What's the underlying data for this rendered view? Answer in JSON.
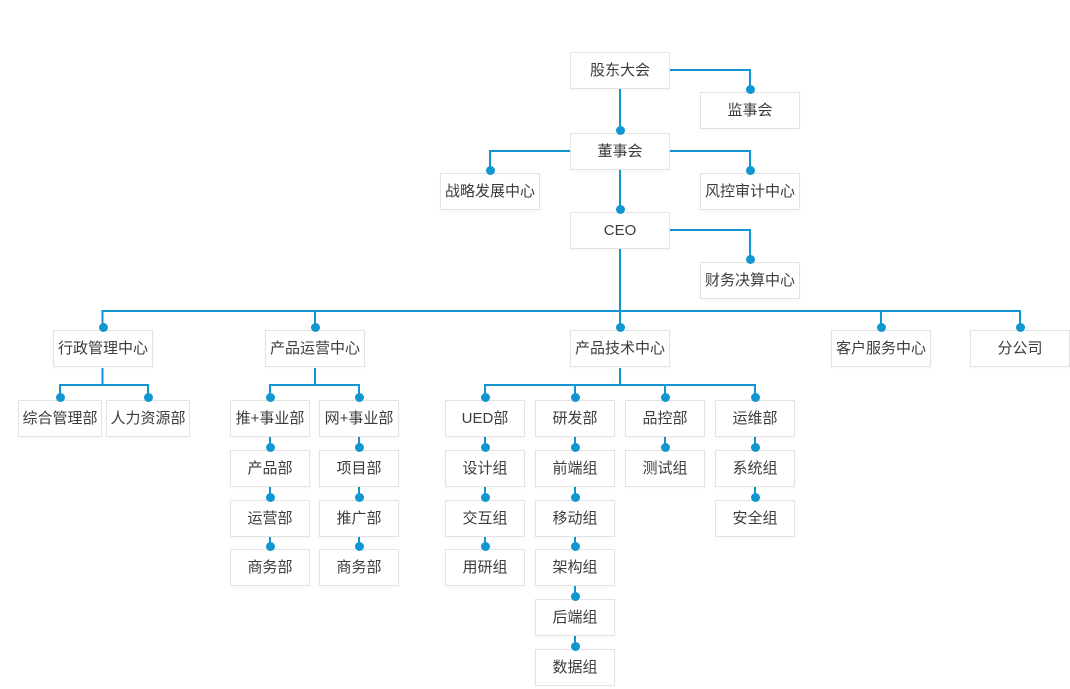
{
  "colors": {
    "accent": "#1296d2",
    "node_border": "#e3e3e3",
    "node_text": "#3c3c3c",
    "canvas_bg": "#ffffff"
  },
  "nodes": {
    "shareholders_meeting": {
      "label": "股东大会",
      "children": [
        "supervisory_board",
        "board_of_directors"
      ]
    },
    "supervisory_board": {
      "label": "监事会",
      "children": []
    },
    "board_of_directors": {
      "label": "董事会",
      "children": [
        "strategy_center",
        "risk_audit_center",
        "ceo"
      ]
    },
    "strategy_center": {
      "label": "战略发展中心",
      "children": []
    },
    "risk_audit_center": {
      "label": "风控审计中心",
      "children": []
    },
    "ceo": {
      "label": "CEO",
      "children": [
        "finance_center",
        "admin_center",
        "product_ops_center",
        "product_tech_center",
        "customer_service_center",
        "branch_company"
      ]
    },
    "finance_center": {
      "label": "财务决算中心",
      "children": []
    },
    "admin_center": {
      "label": "行政管理中心",
      "children": [
        "general_admin_dept",
        "hr_dept"
      ]
    },
    "general_admin_dept": {
      "label": "综合管理部",
      "children": []
    },
    "hr_dept": {
      "label": "人力资源部",
      "children": []
    },
    "product_ops_center": {
      "label": "产品运营中心",
      "children": [
        "tui_plus_division",
        "wang_plus_division"
      ]
    },
    "tui_plus_division": {
      "label": "推+事业部",
      "children": [
        "product_dept"
      ]
    },
    "product_dept": {
      "label": "产品部",
      "children": [
        "operations_dept"
      ]
    },
    "operations_dept": {
      "label": "运营部",
      "children": [
        "business_dept_a"
      ]
    },
    "business_dept_a": {
      "label": "商务部",
      "children": []
    },
    "wang_plus_division": {
      "label": "网+事业部",
      "children": [
        "project_dept"
      ]
    },
    "project_dept": {
      "label": "项目部",
      "children": [
        "promotion_dept"
      ]
    },
    "promotion_dept": {
      "label": "推广部",
      "children": [
        "business_dept_b"
      ]
    },
    "business_dept_b": {
      "label": "商务部",
      "children": []
    },
    "product_tech_center": {
      "label": "产品技术中心",
      "children": [
        "ued_dept",
        "rd_dept",
        "qc_dept",
        "ops_dept"
      ]
    },
    "ued_dept": {
      "label": "UED部",
      "children": [
        "design_team"
      ]
    },
    "design_team": {
      "label": "设计组",
      "children": [
        "interaction_team"
      ]
    },
    "interaction_team": {
      "label": "交互组",
      "children": [
        "user_research_team"
      ]
    },
    "user_research_team": {
      "label": "用研组",
      "children": []
    },
    "rd_dept": {
      "label": "研发部",
      "children": [
        "frontend_team"
      ]
    },
    "frontend_team": {
      "label": "前端组",
      "children": [
        "mobile_team"
      ]
    },
    "mobile_team": {
      "label": "移动组",
      "children": [
        "architecture_team"
      ]
    },
    "architecture_team": {
      "label": "架构组",
      "children": [
        "backend_team"
      ]
    },
    "backend_team": {
      "label": "后端组",
      "children": [
        "data_team"
      ]
    },
    "data_team": {
      "label": "数据组",
      "children": []
    },
    "qc_dept": {
      "label": "品控部",
      "children": [
        "testing_team"
      ]
    },
    "testing_team": {
      "label": "测试组",
      "children": []
    },
    "ops_dept": {
      "label": "运维部",
      "children": [
        "system_team"
      ]
    },
    "system_team": {
      "label": "系统组",
      "children": [
        "security_team"
      ]
    },
    "security_team": {
      "label": "安全组",
      "children": []
    },
    "customer_service_center": {
      "label": "客户服务中心",
      "children": []
    },
    "branch_company": {
      "label": "分公司",
      "children": []
    }
  }
}
